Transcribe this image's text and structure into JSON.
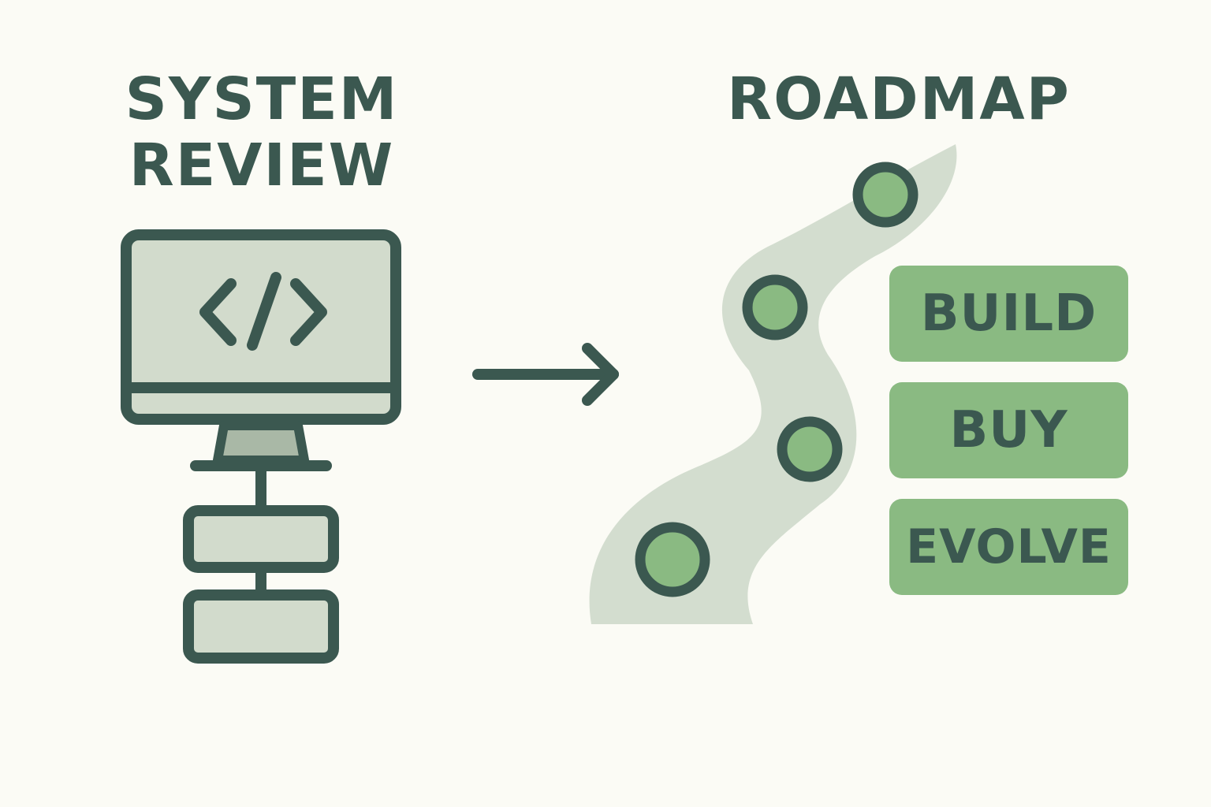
{
  "left_title": {
    "line1": "SYSTEM",
    "line2": "REVIEW"
  },
  "right_title": "ROADMAP",
  "monitor": {
    "screen_icon": "code-brackets-icon"
  },
  "options": [
    {
      "label": "BUILD"
    },
    {
      "label": "BUY"
    },
    {
      "label": "EVOLVE"
    }
  ],
  "colors": {
    "background": "#fbfbf5",
    "outline": "#3b5850",
    "panel_fill": "#d2dbcc",
    "stand_fill": "#a9b8a6",
    "road_fill": "#d3ddcf",
    "accent_green": "#8aba82"
  }
}
